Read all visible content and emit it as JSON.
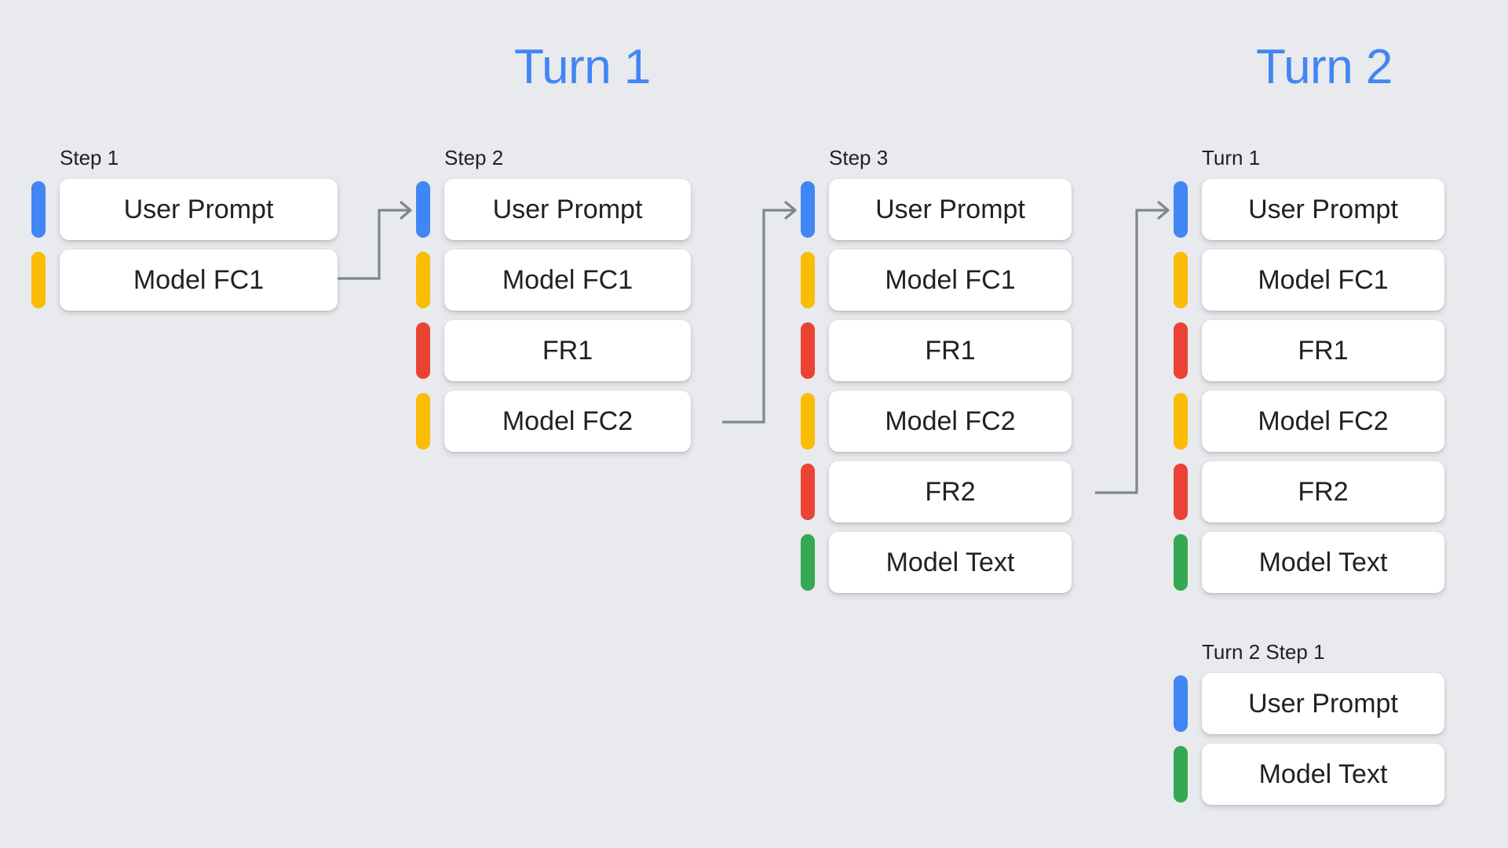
{
  "headings": {
    "turn1": "Turn 1",
    "turn2": "Turn 2"
  },
  "colors": {
    "background": "#e8eaed",
    "heading_blue": "#4285f4",
    "user_prompt": "#4285f4",
    "model_fc": "#fbbc04",
    "function_response": "#ea4335",
    "model_text": "#34a853",
    "card_background": "#ffffff",
    "text": "#202124",
    "arrow": "#80868b"
  },
  "columns": [
    {
      "id": "step1",
      "label": "Step 1",
      "rows": [
        {
          "label": "User Prompt",
          "color": "blue"
        },
        {
          "label": "Model FC1",
          "color": "yellow"
        }
      ]
    },
    {
      "id": "step2",
      "label": "Step 2",
      "rows": [
        {
          "label": "User Prompt",
          "color": "blue"
        },
        {
          "label": "Model FC1",
          "color": "yellow"
        },
        {
          "label": "FR1",
          "color": "red"
        },
        {
          "label": "Model FC2",
          "color": "yellow"
        }
      ]
    },
    {
      "id": "step3",
      "label": "Step 3",
      "rows": [
        {
          "label": "User Prompt",
          "color": "blue"
        },
        {
          "label": "Model FC1",
          "color": "yellow"
        },
        {
          "label": "FR1",
          "color": "red"
        },
        {
          "label": "Model FC2",
          "color": "yellow"
        },
        {
          "label": "FR2",
          "color": "red"
        },
        {
          "label": "Model Text",
          "color": "green"
        }
      ]
    },
    {
      "id": "turn1",
      "label": "Turn 1",
      "rows": [
        {
          "label": "User Prompt",
          "color": "blue"
        },
        {
          "label": "Model FC1",
          "color": "yellow"
        },
        {
          "label": "FR1",
          "color": "red"
        },
        {
          "label": "Model FC2",
          "color": "yellow"
        },
        {
          "label": "FR2",
          "color": "red"
        },
        {
          "label": "Model Text",
          "color": "green"
        }
      ]
    },
    {
      "id": "turn2step1",
      "label": "Turn 2 Step 1",
      "rows": [
        {
          "label": "User Prompt",
          "color": "blue"
        },
        {
          "label": "Model Text",
          "color": "green"
        }
      ]
    }
  ],
  "connectors": [
    {
      "from": "step1.Model FC1",
      "to": "step2.User Prompt"
    },
    {
      "from": "step2.Model FC2",
      "to": "step3.User Prompt"
    },
    {
      "from": "step3.FR2",
      "to": "turn1.User Prompt"
    }
  ]
}
